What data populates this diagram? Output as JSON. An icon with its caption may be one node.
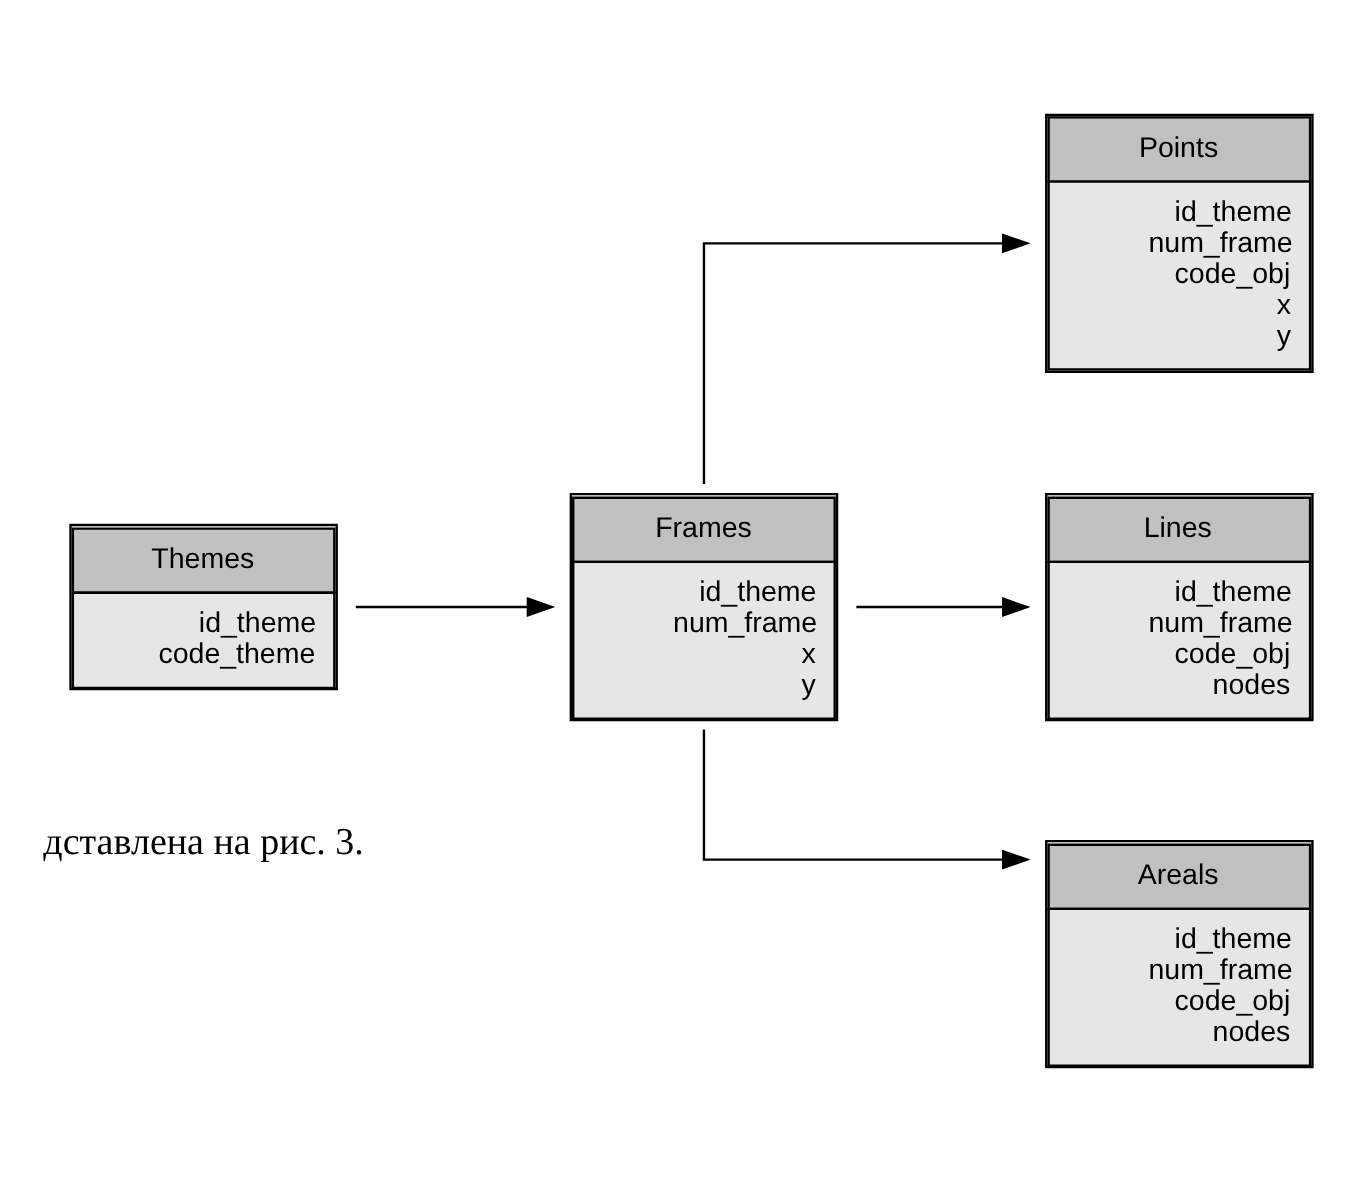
{
  "diagram": {
    "nodes": [
      {
        "text": [
          "Themes",
          "id_theme",
          "code_theme"
        ]
      },
      {
        "text": [
          "Frames",
          "id_theme",
          "num_frame",
          "x",
          "y"
        ]
      },
      {
        "text": [
          "Points",
          "id_theme",
          "num_frame",
          "code_obj",
          "x",
          "y"
        ]
      },
      {
        "text": [
          "Lines",
          "id_theme",
          "num_frame",
          "code_obj",
          "nodes"
        ]
      },
      {
        "text": [
          "Areals",
          "id_theme",
          "num_frame",
          "code_obj",
          "nodes"
        ]
      }
    ],
    "edges": [
      {
        "from": 0,
        "to": 1,
        "arrow": "to"
      },
      {
        "from": 1,
        "to": 2,
        "arrow": "to"
      },
      {
        "from": 1,
        "to": 3,
        "arrow": "to"
      },
      {
        "from": 1,
        "to": 4,
        "arrow": "to"
      }
    ],
    "labels": [
      "дставлена на рис. 3."
    ]
  }
}
